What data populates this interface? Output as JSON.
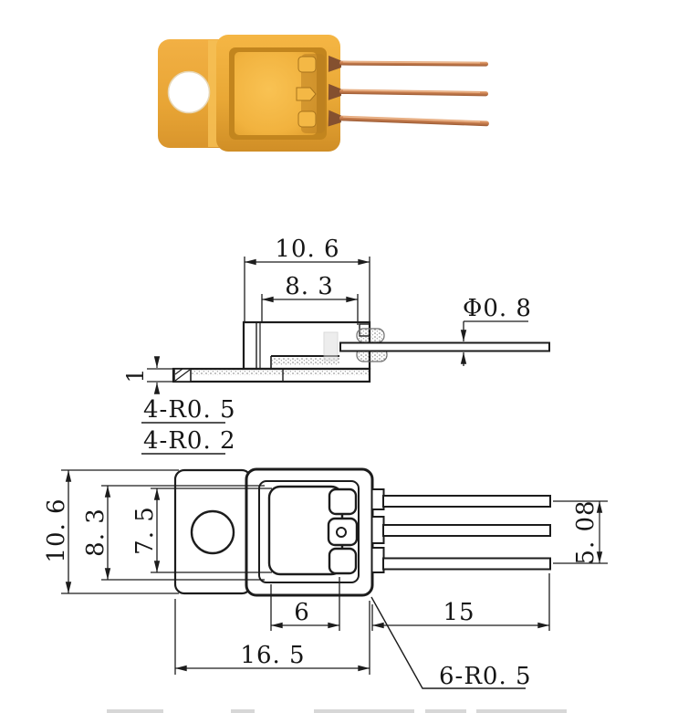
{
  "side_view": {
    "dim_overall_width": "10. 6",
    "dim_inner_width": "8. 3",
    "dim_lead_diameter": "Φ0. 8",
    "dim_flange_thickness": "1",
    "note_radius_1": "4-R0. 5",
    "note_radius_2": "4-R0. 2"
  },
  "front_view": {
    "dim_overall_height": "10. 6",
    "dim_inner_height": "8. 3",
    "dim_cavity_height": "7. 5",
    "dim_cavity_width": "6",
    "dim_overall_width": "16. 5",
    "dim_lead_length": "15",
    "dim_lead_pitch_span": "5. 08",
    "note_radius": "6-R0. 5"
  },
  "colors": {
    "housing_gold": "#eba93a",
    "housing_gold_dark": "#d2912a",
    "recess_highlight": "#f7bf4d",
    "recess_shadow": "#b97e20",
    "lead_copper": "#c97e4e",
    "lead_copper_light": "#e3a477",
    "drawing_line": "#1c1c1c"
  }
}
